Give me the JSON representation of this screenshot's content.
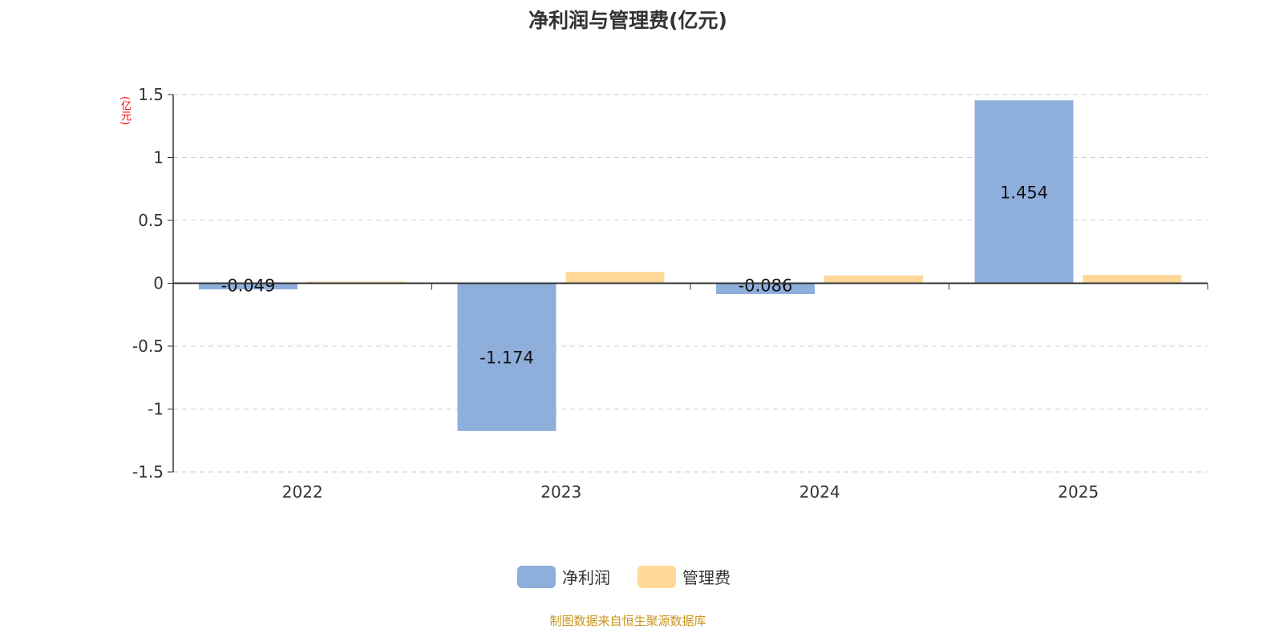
{
  "chart_data": {
    "type": "bar",
    "title": "净利润与管理费(亿元)",
    "ylabel": "(亿元)",
    "xlabel": "",
    "categories": [
      "2022",
      "2023",
      "2024",
      "2025"
    ],
    "series": [
      {
        "name": "净利润",
        "values": [
          -0.049,
          -1.174,
          -0.086,
          1.454
        ],
        "color": "#8eaedb",
        "labels": [
          "-0.049",
          "-1.174",
          "-0.086",
          "1.454"
        ]
      },
      {
        "name": "管理费",
        "values": [
          0.013,
          0.09,
          0.062,
          0.066
        ],
        "color": "#ffd898"
      }
    ],
    "ylim": [
      -1.5,
      1.5
    ],
    "yticks": [
      "-1.5",
      "-1",
      "-0.5",
      "0",
      "0.5",
      "1",
      "1.5"
    ],
    "grid": true,
    "legend": "bottom-center"
  },
  "source": "制图数据来自恒生聚源数据库"
}
